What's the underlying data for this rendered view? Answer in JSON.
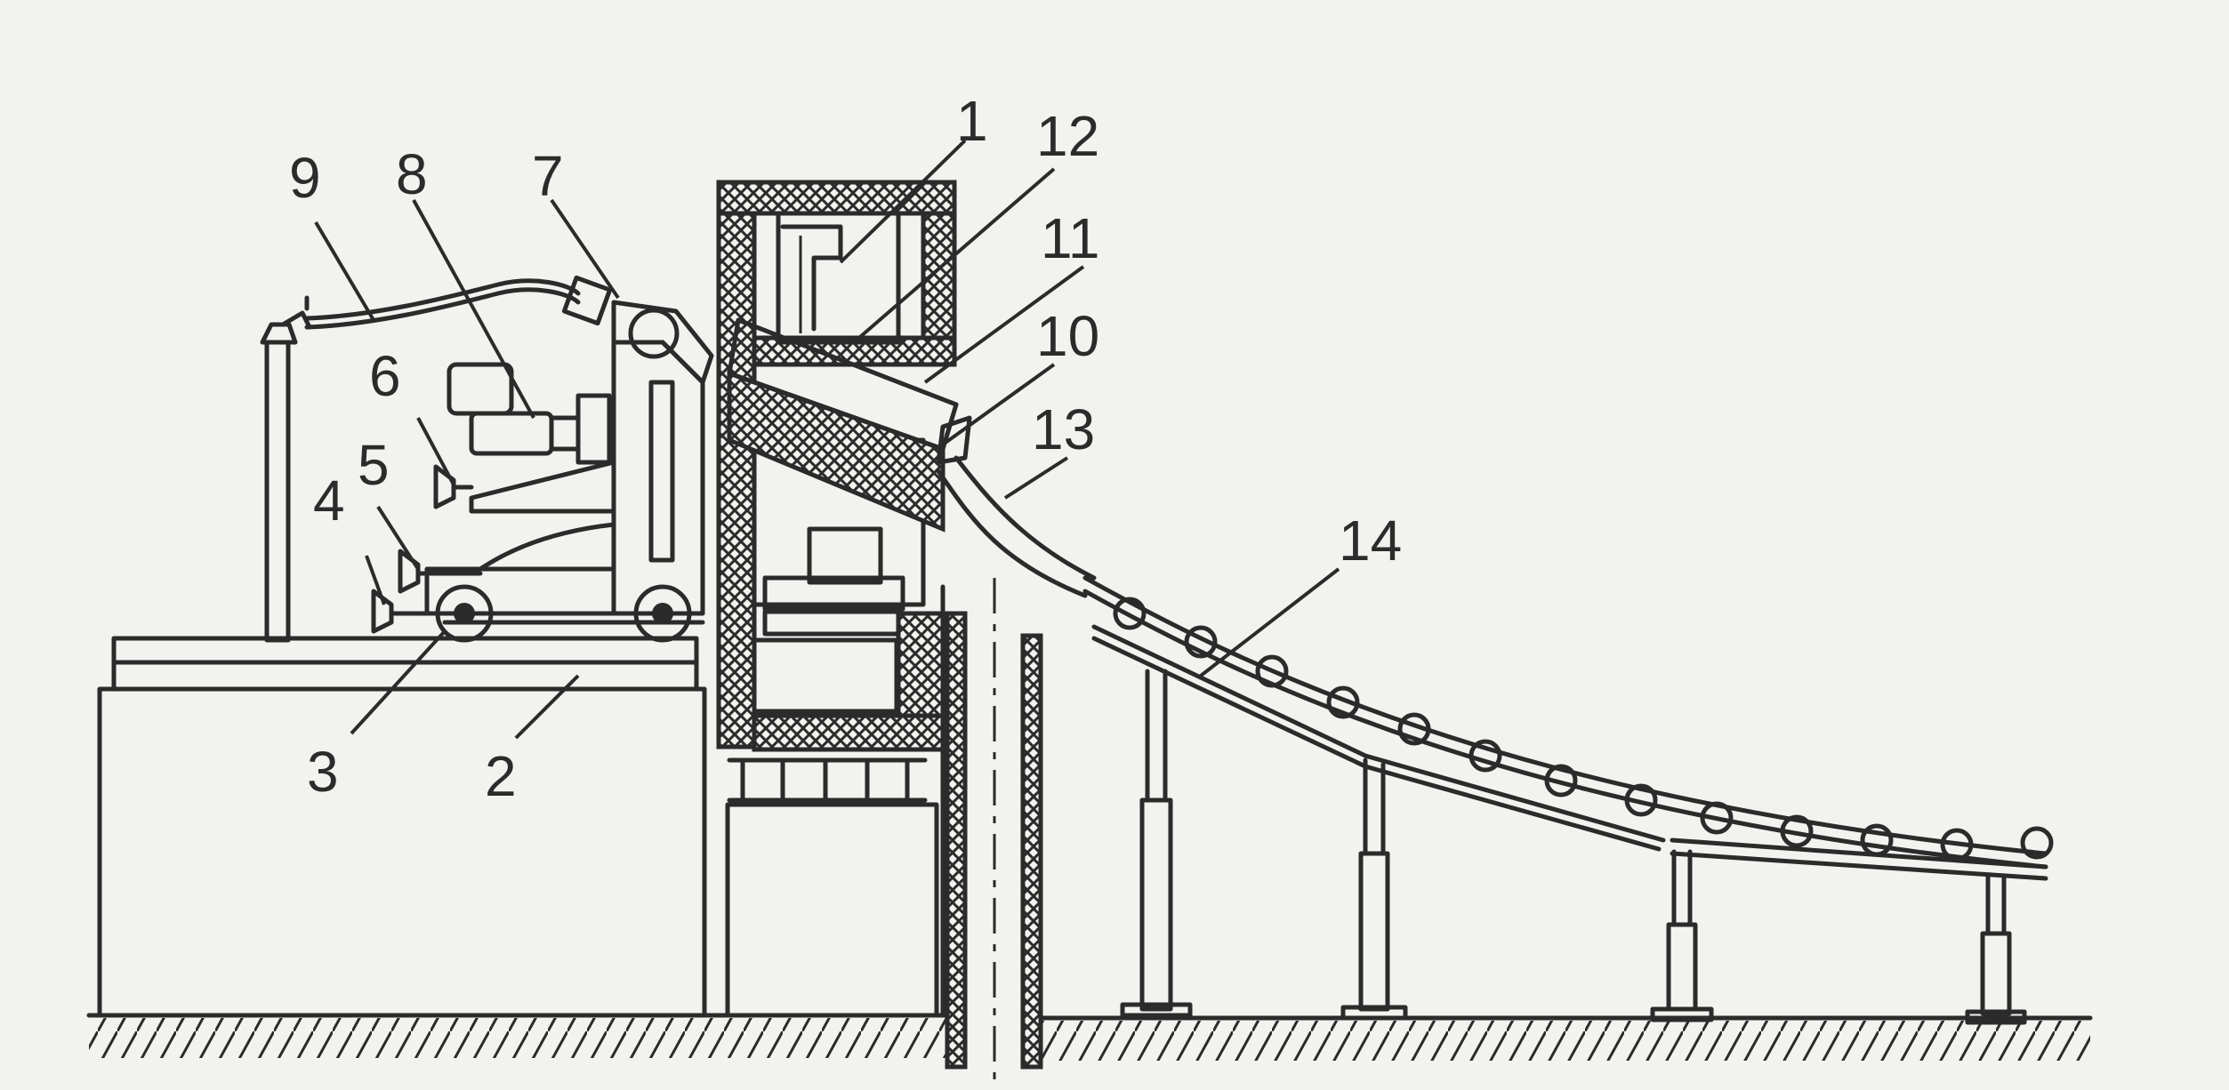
{
  "callouts": [
    {
      "id": "1",
      "text": "1"
    },
    {
      "id": "2",
      "text": "2"
    },
    {
      "id": "3",
      "text": "3"
    },
    {
      "id": "4",
      "text": "4"
    },
    {
      "id": "5",
      "text": "5"
    },
    {
      "id": "6",
      "text": "6"
    },
    {
      "id": "7",
      "text": "7"
    },
    {
      "id": "8",
      "text": "8"
    },
    {
      "id": "9",
      "text": "9"
    },
    {
      "id": "10",
      "text": "10"
    },
    {
      "id": "11",
      "text": "11"
    },
    {
      "id": "12",
      "text": "12"
    },
    {
      "id": "13",
      "text": "13"
    },
    {
      "id": "14",
      "text": "14"
    }
  ],
  "colors": {
    "ink": "#2b2b2b",
    "paper": "#f2f2ef"
  }
}
